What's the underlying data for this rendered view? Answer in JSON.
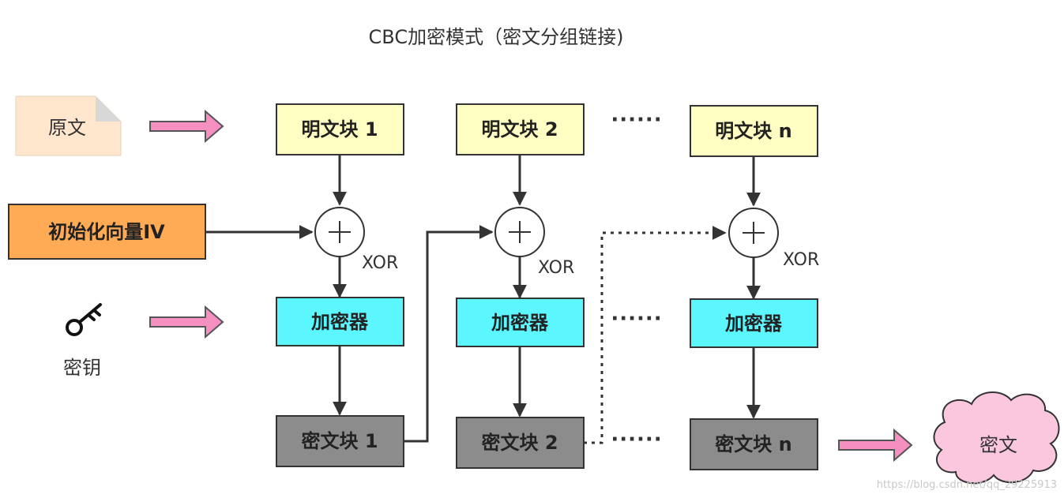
{
  "diagram": {
    "title": "CBC加密模式（密文分组链接)",
    "plaintext": "原文",
    "iv": "初始化向量IV",
    "key": "密钥",
    "plain_blocks": [
      "明文块 1",
      "明文块 2",
      "明文块 n"
    ],
    "xor_label": "XOR",
    "encryptors": [
      "加密器",
      "加密器",
      "加密器"
    ],
    "cipher_blocks": [
      "密文块 1",
      "密文块 2",
      "密文块 n"
    ],
    "ciphertext": "密文",
    "ellipsis": "······",
    "watermark": "https://blog.csdn.net/qq_29225913"
  },
  "colors": {
    "plain_block": "#ffffc4",
    "iv_box": "#ffaa55",
    "encryptor": "#5cf6ff",
    "cipher_block": "#8c8c8c",
    "doc_fill": "#ffe6cc",
    "cloud_fill": "#fbc7df",
    "arrow_pink": "#f48fc0"
  }
}
